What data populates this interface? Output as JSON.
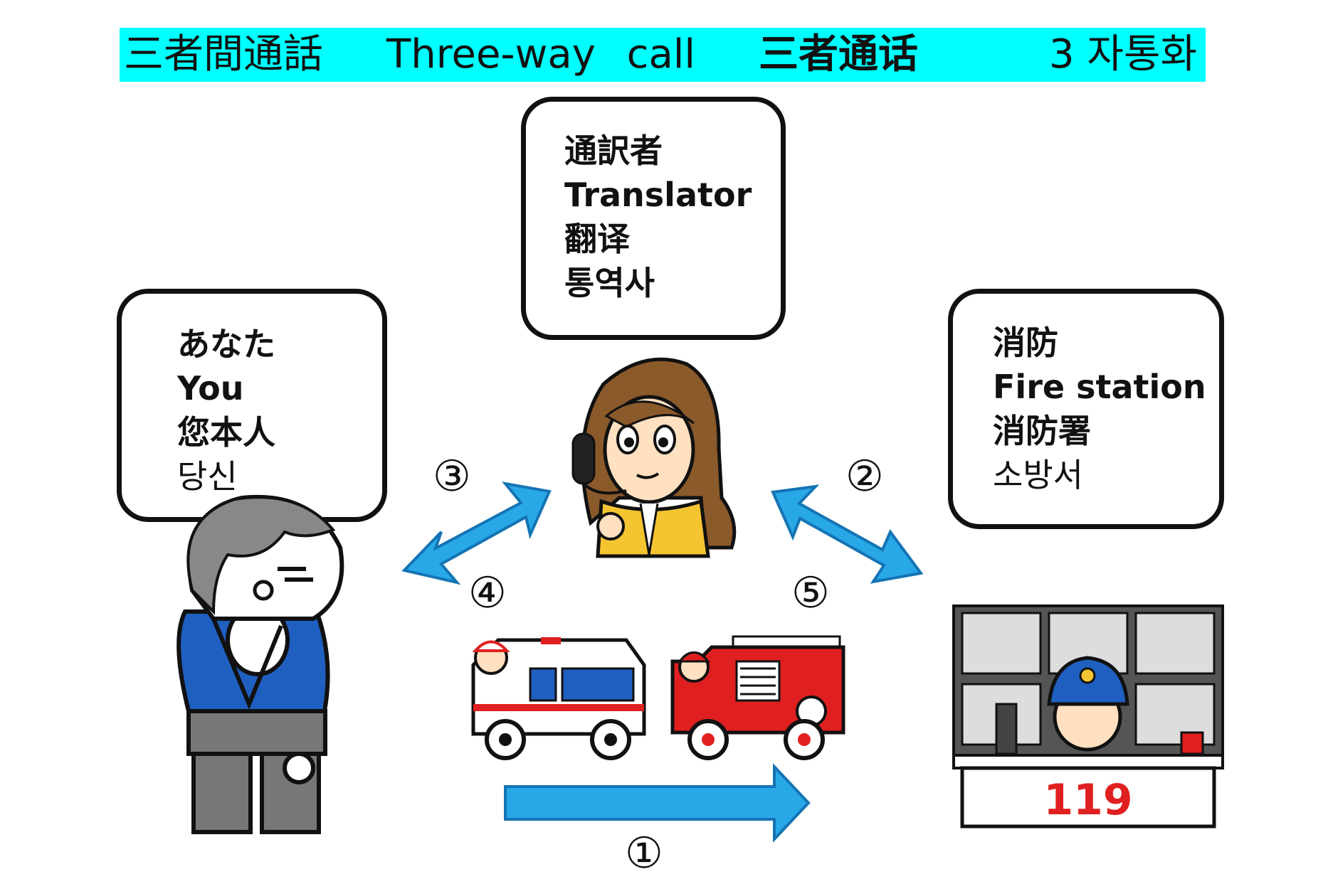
{
  "title": {
    "japanese": "三者間通話",
    "english": "Three-way call",
    "chinese": "三者通话",
    "korean": "3 자통화",
    "background_color": "#00ffff"
  },
  "translator_box": {
    "japanese": "通訳者",
    "english": "Translator",
    "chinese": "翻译",
    "korean": "통역사"
  },
  "you_box": {
    "japanese": "あなた",
    "english": "You",
    "chinese": "您本人",
    "korean": "당신"
  },
  "fire_box": {
    "japanese": "消防",
    "english": "Fire station",
    "chinese": "消防署",
    "korean": "소방서"
  },
  "steps": {
    "s1": "①",
    "s2": "②",
    "s3": "③",
    "s4": "④",
    "s5": "⑤"
  },
  "dispatch_console": {
    "number": "119"
  },
  "colors": {
    "arrow_fill": "#29a8e8",
    "arrow_outline": "#1474b4",
    "uniform_blue": "#1f5fbf",
    "fire_red": "#e02020"
  },
  "icons": [
    "translator-headset-icon",
    "injured-person-icon",
    "ambulance-icon",
    "fire-engine-icon",
    "fire-dispatcher-icon"
  ]
}
